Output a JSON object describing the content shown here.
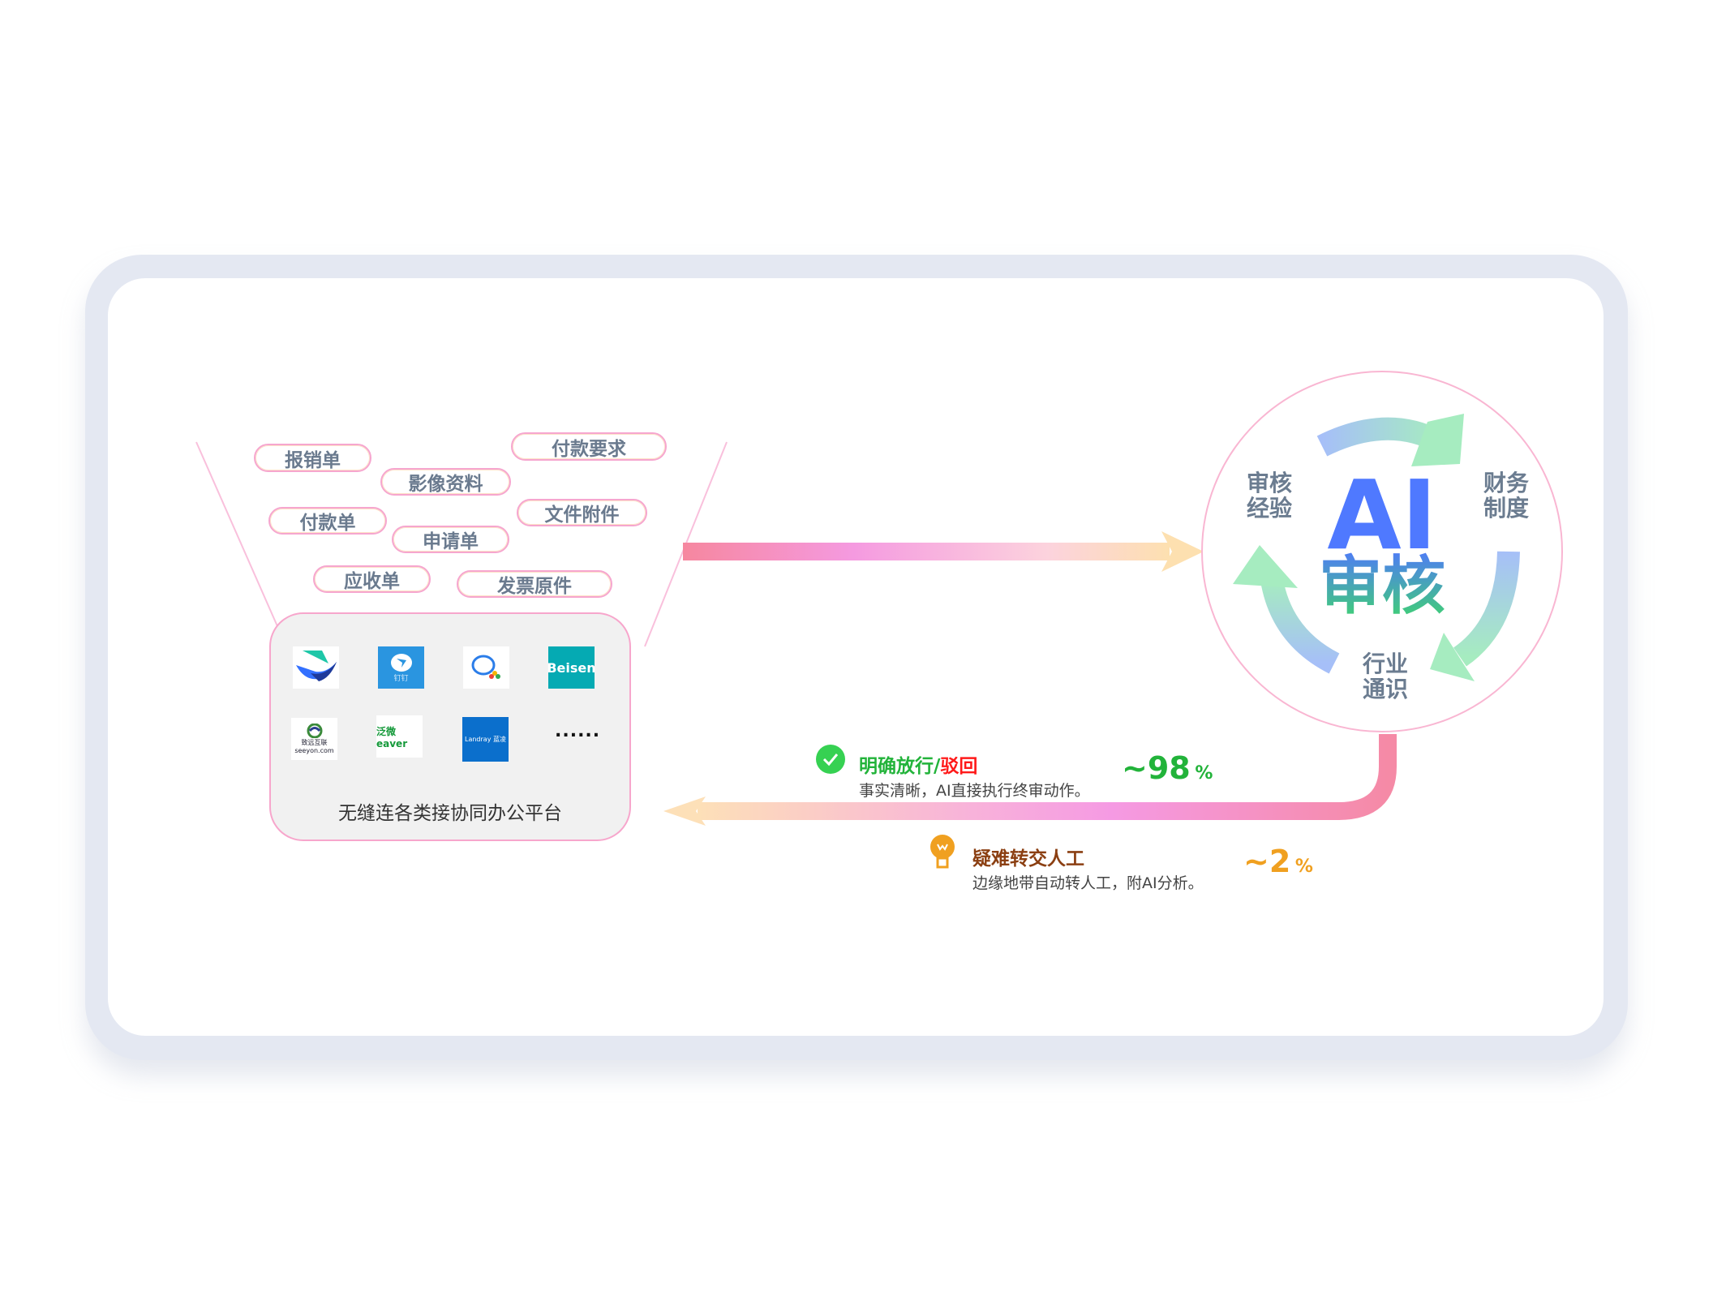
{
  "document_types": [
    "报销单",
    "影像资料",
    "付款要求",
    "付款单",
    "文件附件",
    "申请单",
    "应收单",
    "发票原件"
  ],
  "platform": {
    "logos": [
      {
        "name": "feishu",
        "text": ""
      },
      {
        "name": "dingtalk",
        "text": "钉钉"
      },
      {
        "name": "wecom",
        "text": ""
      },
      {
        "name": "beisen",
        "text": "Beisen"
      },
      {
        "name": "seeyon",
        "text": "致远互联 seeyon.com"
      },
      {
        "name": "weaver",
        "text": "泛微 eaver"
      },
      {
        "name": "landray",
        "text": "Landray 蓝凌"
      }
    ],
    "more": "......",
    "caption": "无缝连各类接协同办公平台"
  },
  "ai_core": {
    "title_ai": "AI",
    "title_audit": "审核",
    "labels": {
      "left": "审核经验",
      "right": "财务制度",
      "bottom": "行业通识"
    }
  },
  "outcomes": [
    {
      "title_main": "明确放行/",
      "title_alt": "驳回",
      "desc": "事实清晰，AI直接执行终审动作。",
      "percent_value": "~98",
      "percent_sign": "%",
      "color": "#22b33a",
      "alt_color": "#ff1a1a",
      "icon": "check-circle-icon"
    },
    {
      "title_main": "疑难转交人工",
      "desc": "边缘地带自动转人工，附AI分析。",
      "percent_value": "~2",
      "percent_sign": "%",
      "color": "#8b3f12",
      "pct_color": "#f0a020",
      "icon": "lightbulb-icon"
    }
  ]
}
